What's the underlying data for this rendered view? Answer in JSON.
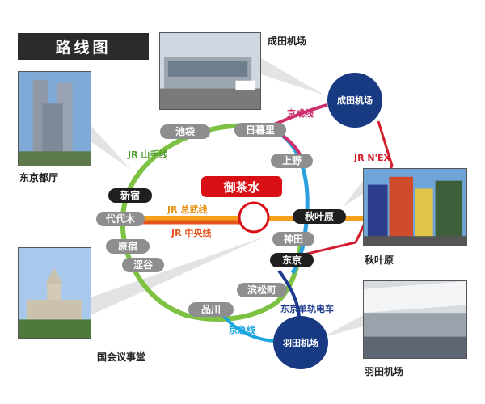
{
  "title": "路线图",
  "photos": {
    "tokyo_metro_gov": "东京都厅",
    "diet_building": "国会议事堂",
    "narita_terminal": "成田机场",
    "akihabara": "秋叶原",
    "haneda_terminal": "羽田机场"
  },
  "center_station": "御茶水",
  "stations": {
    "ikebukuro": "池袋",
    "nippori": "日暮里",
    "ueno": "上野",
    "shinjuku": "新宿",
    "yoyogi": "代代木",
    "harajuku": "原宿",
    "shibuya": "涩谷",
    "akihabara": "秋叶原",
    "kanda": "神田",
    "tokyo": "东京",
    "hamamatsucho": "滨松町",
    "shinagawa": "品川"
  },
  "airports": {
    "narita": "成田机场",
    "haneda": "羽田机场"
  },
  "lines": {
    "yamanote": "JR 山手线",
    "sobu": "JR 总武线",
    "chuo": "JR 中央线",
    "keisei": "京成线",
    "nex": "JR N'EX",
    "monorail": "东京单轨电车",
    "keikyu": "京急线"
  },
  "colors": {
    "yamanote": "#7dc243",
    "sobu": "#f5a01a",
    "chuo": "#e6541e",
    "keisei": "#cc2f6c",
    "nex": "#d21c2c",
    "monorail": "#1d3b8f",
    "keikyu": "#1aa6df",
    "keihin": "#2ba0dc",
    "airport": "#173a82"
  }
}
